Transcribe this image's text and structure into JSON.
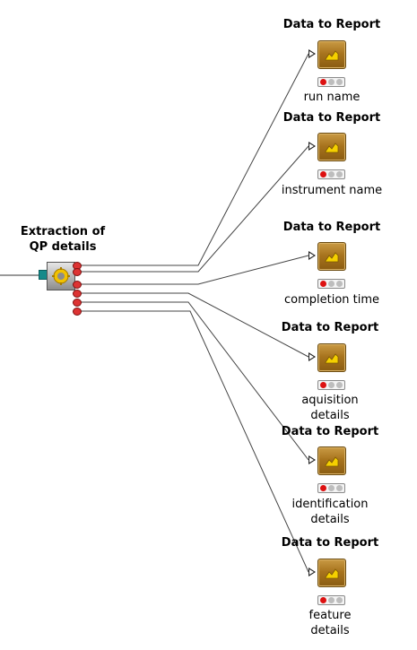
{
  "source_node": {
    "title": "Extraction of\nQP details",
    "icon": "extraction-gear-icon"
  },
  "report_nodes": [
    {
      "title": "Data to Report",
      "label": "run name",
      "icon": "data-to-report-icon"
    },
    {
      "title": "Data to Report",
      "label": "instrument name",
      "icon": "data-to-report-icon"
    },
    {
      "title": "Data to Report",
      "label": "completion time",
      "icon": "data-to-report-icon"
    },
    {
      "title": "Data to Report",
      "label": "aquisition\ndetails",
      "icon": "data-to-report-icon"
    },
    {
      "title": "Data to Report",
      "label": "identification\ndetails",
      "icon": "data-to-report-icon"
    },
    {
      "title": "Data to Report",
      "label": "feature\ndetails",
      "icon": "data-to-report-icon"
    }
  ],
  "colors": {
    "report_icon": "#a8741e",
    "status_red": "#dd1111",
    "inport_teal": "#158a8a",
    "outport_red": "#dd3333"
  }
}
